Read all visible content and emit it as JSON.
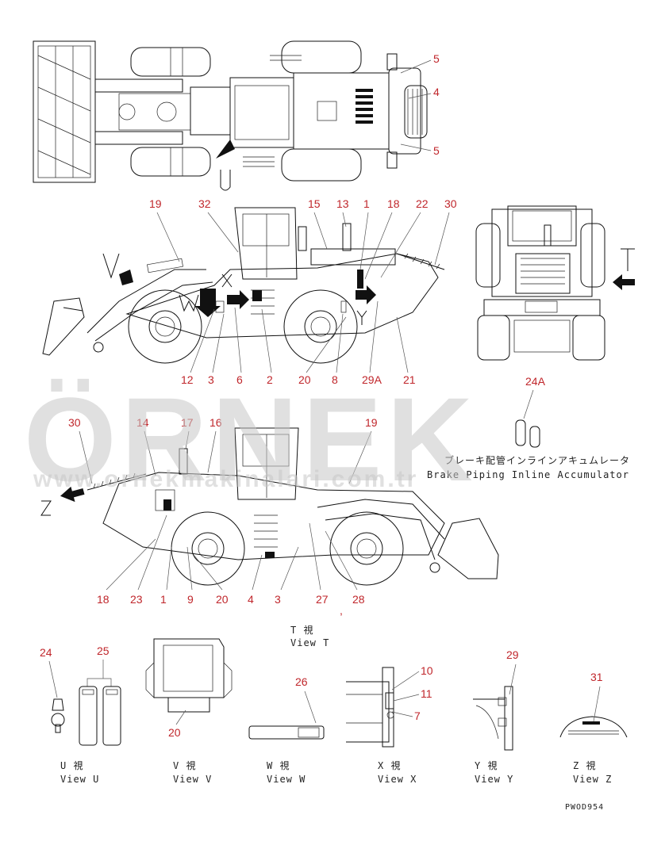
{
  "watermark": {
    "main": "ÖRNEK",
    "url": "www.ornekmakinalari.com.tr"
  },
  "drawing_code": "PWOD954",
  "accumulator": {
    "caption_jp": "ブレーキ配管インラインアキュムレータ",
    "caption_en": "Brake Piping Inline Accumulator"
  },
  "view_letters": {
    "U": "U",
    "V": "V",
    "W": "W",
    "T": "T",
    "X": "X",
    "Y": "Y",
    "Z": "Z"
  },
  "view_t_caption": {
    "jp": "T 視",
    "en": "View T"
  },
  "views": [
    {
      "jp": "U 視",
      "en": "View U"
    },
    {
      "jp": "V 視",
      "en": "View V"
    },
    {
      "jp": "W 視",
      "en": "View W"
    },
    {
      "jp": "X 視",
      "en": "View X"
    },
    {
      "jp": "Y 視",
      "en": "View Y"
    },
    {
      "jp": "Z 視",
      "en": "View Z"
    }
  ],
  "callouts": {
    "top": [
      "5",
      "4",
      "5"
    ],
    "side1_top": [
      "19",
      "32",
      "15",
      "13",
      "1",
      "18",
      "22",
      "30"
    ],
    "side1_bottom": [
      "12",
      "3",
      "6",
      "2",
      "20",
      "8",
      "29A",
      "21"
    ],
    "accum": [
      "24A"
    ],
    "side2_top": [
      "30",
      "14",
      "17",
      "16",
      "19"
    ],
    "side2_bottom": [
      "18",
      "23",
      "1",
      "9",
      "20",
      "4",
      "3",
      "27",
      "28"
    ],
    "details": [
      "24",
      "25",
      "20",
      "26",
      "10",
      "11",
      "7",
      "29",
      "31"
    ]
  },
  "stray_mark": ","
}
